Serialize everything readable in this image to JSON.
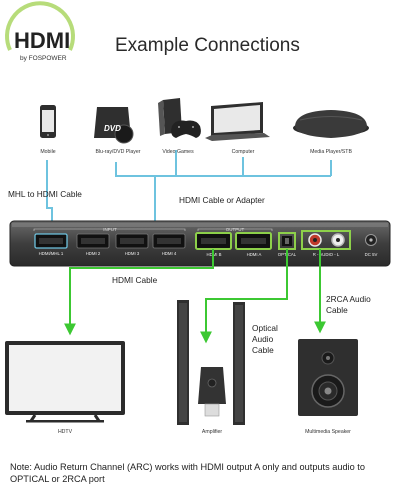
{
  "header": {
    "logo_text": "HDMI",
    "logo_subtext": "by FOSPOWER",
    "title": "Example Connections"
  },
  "sources": [
    {
      "label": "Mobile",
      "icon": "mobile-phone-icon"
    },
    {
      "label": "Blu-ray/DVD Player",
      "icon": "dvd-player-icon"
    },
    {
      "label": "Video Games",
      "icon": "game-console-icon"
    },
    {
      "label": "Computer",
      "icon": "laptop-icon"
    },
    {
      "label": "Media Player/STB",
      "icon": "media-player-icon"
    }
  ],
  "cables": {
    "mhl": "MHL to HDMI Cable",
    "hdmi_adapter": "HDMI Cable or Adapter",
    "hdmi": "HDMI Cable",
    "optical": "Optical Audio Cable",
    "optical_lines": [
      "Optical",
      "Audio",
      "Cable"
    ],
    "rca": "2RCA Audio Cable",
    "rca_lines": [
      "2RCA Audio",
      "Cable"
    ]
  },
  "switch": {
    "input_label": "INPUT",
    "output_label": "OUTPUT",
    "inputs": [
      "HDMI/MHL 1",
      "HDMI 2",
      "HDMI 3",
      "HDMI 4"
    ],
    "outputs": [
      "HDMI B",
      "HDMI A"
    ],
    "optical": "OPTICAL",
    "audio": "R - AUDIO - L",
    "power": "DC 5V"
  },
  "outputs": [
    {
      "label": "HDTV",
      "icon": "tv-icon"
    },
    {
      "label": "Amplifier",
      "icon": "amplifier-icon"
    },
    {
      "label": "Multimedia Speaker",
      "icon": "speaker-icon"
    }
  ],
  "note": "Note: Audio Return Channel (ARC) works with HDMI output A only and outputs audio to OPTICAL or 2RCA port",
  "colors": {
    "blue_line": "#6ec3df",
    "green_line": "#3cc832",
    "port_highlight": "#8dd04a",
    "device": "#3a3a3a",
    "switch_body": "#4a4a4a"
  }
}
